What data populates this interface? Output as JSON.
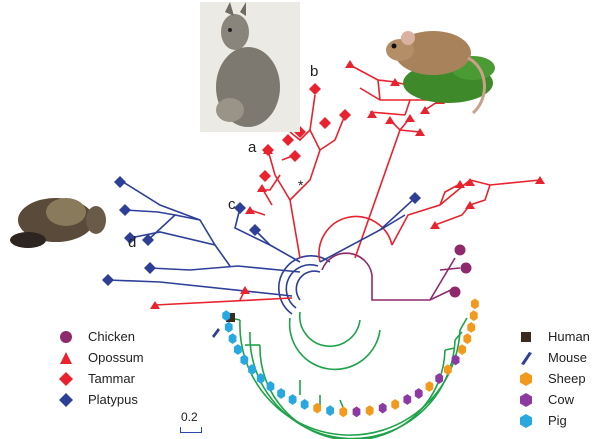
{
  "colors": {
    "chicken": "#8e2a6b",
    "opossum": "#e8222e",
    "tammar": "#e8222e",
    "platypus": "#2e3f98",
    "human": "#3b2a20",
    "mouse": "#2e3f98",
    "sheep": "#f39a1e",
    "cow": "#8a3aa0",
    "pig": "#29a8df",
    "eutherian_branch": "#1ea34a"
  },
  "clade_labels": {
    "a": "a",
    "b": "b",
    "c": "c",
    "d": "d",
    "star": "*"
  },
  "legend_left": [
    {
      "label": "Chicken",
      "shape": "circle",
      "color": "#8e2a6b"
    },
    {
      "label": "Opossum",
      "shape": "triangle",
      "color": "#e8222e"
    },
    {
      "label": "Tammar",
      "shape": "diamond",
      "color": "#e8222e"
    },
    {
      "label": "Platypus",
      "shape": "diamond",
      "color": "#2e3f98"
    }
  ],
  "legend_right": [
    {
      "label": "Human",
      "shape": "square",
      "color": "#3b2a20"
    },
    {
      "label": "Mouse",
      "shape": "slash",
      "color": "#2e3f98"
    },
    {
      "label": "Sheep",
      "shape": "hexagon",
      "color": "#f39a1e"
    },
    {
      "label": "Cow",
      "shape": "hexagon",
      "color": "#8a3aa0"
    },
    {
      "label": "Pig",
      "shape": "hexagon",
      "color": "#29a8df"
    }
  ],
  "scale_bar": {
    "label": "0.2"
  },
  "photos": [
    {
      "name": "tammar-wallaby-photo"
    },
    {
      "name": "opossum-photo"
    },
    {
      "name": "platypus-photo"
    }
  ]
}
